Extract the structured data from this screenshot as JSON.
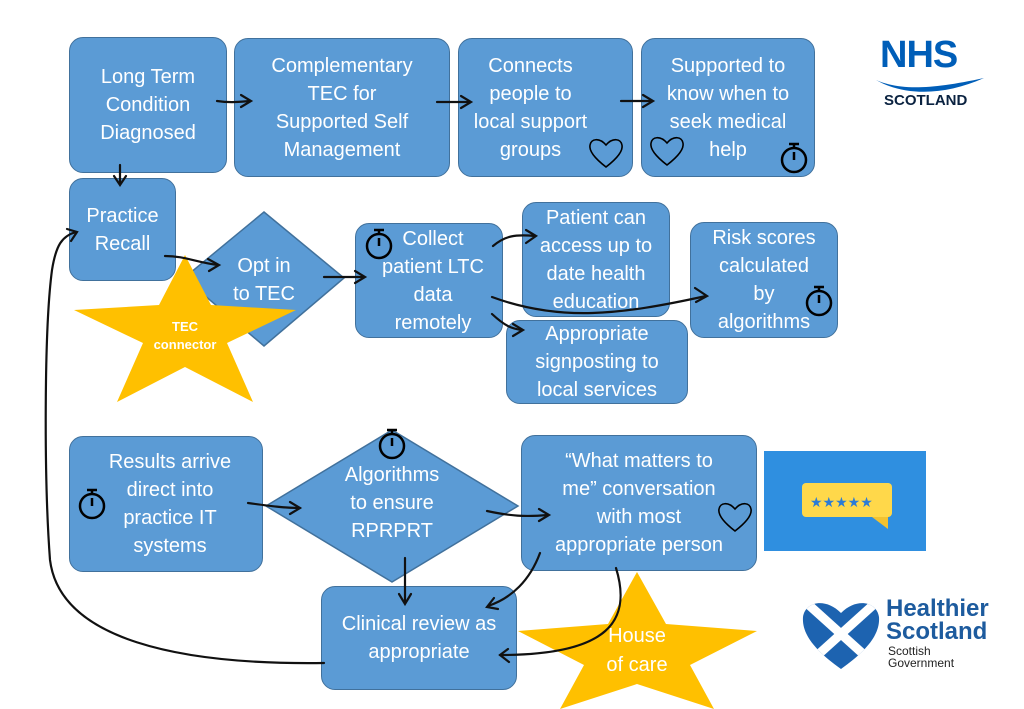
{
  "boxes": {
    "ltc_diagnosed": "Long Term\nCondition\nDiagnosed",
    "complementary_tec": "Complementary\nTEC for\nSupported Self\nManagement",
    "connects_people": "Connects\npeople to\nlocal support\ngroups",
    "supported_know": "Supported to\nknow when to\nseek medical\nhelp",
    "practice_recall": "Practice\nRecall",
    "opt_in": "Opt in\nto TEC",
    "collect_data": "Collect\npatient LTC\ndata\nremotely",
    "patient_access": "Patient can\naccess up to\ndate health\neducation",
    "risk_scores": "Risk scores\ncalculated\nby\nalgorithms",
    "signposting": "Appropriate\nsignposting to\nlocal services",
    "results_arrive": "Results arrive\ndirect into\npractice IT\nsystems",
    "algorithms": "Algorithms\nto ensure\nRPRPRT",
    "what_matters": "“What matters to\nme” conversation\nwith most\nappropriate person",
    "clinical_review": "Clinical review as\nappropriate"
  },
  "stars": {
    "tec_connector": "TEC\nconnector",
    "house_of_care": "House\nof care"
  },
  "logos": {
    "nhs": "NHS",
    "nhs_sub": "SCOTLAND",
    "hs_line1": "Healthier",
    "hs_line2": "Scotland",
    "hs_line3": "Scottish",
    "hs_line4": "Government"
  },
  "colors": {
    "box_fill": "#5b9bd5",
    "box_border": "#41719c",
    "star": "#ffc000",
    "nhs_blue": "#005eb8",
    "hs_blue": "#1d5b9e"
  },
  "icons": [
    "stopwatch-icon",
    "heart-icon",
    "star-rating-icon"
  ]
}
